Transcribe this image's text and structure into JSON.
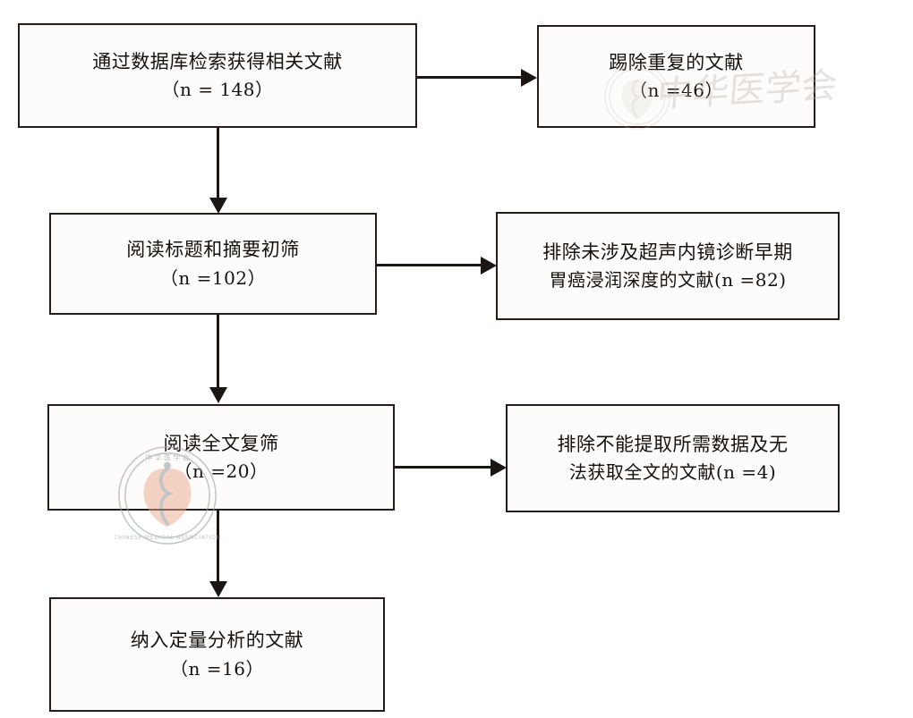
{
  "figure": {
    "type": "flowchart",
    "orientation": "top-to-bottom",
    "description": "PRISMA-style literature screening flow diagram"
  },
  "nodes": [
    {
      "id": "identification",
      "label": "通过数据库检索获得相关文献",
      "count": "（n = 148）",
      "n": 148
    },
    {
      "id": "duplicates",
      "label": "踢除重复的文献",
      "count": "（n =46）",
      "n": 46
    },
    {
      "id": "screening",
      "label": "阅读标题和摘要初筛",
      "count": "（n =102）",
      "n": 102
    },
    {
      "id": "excluded_topic",
      "label": "排除未涉及超声内镜诊断早期",
      "count": "胃癌浸润深度的文献(n =82)",
      "n": 82
    },
    {
      "id": "fulltext",
      "label": "阅读全文复筛",
      "count": "（n =20）",
      "n": 20
    },
    {
      "id": "excluded_data",
      "label": "排除不能提取所需数据及无",
      "count": "法获取全文的文献(n =4)",
      "n": 4
    },
    {
      "id": "included",
      "label": "纳入定量分析的文献",
      "count": "（n =16）",
      "n": 16
    }
  ],
  "watermarks": {
    "seal_text": "中华医学会",
    "seal_ring_text": "CHINESE MEDICAL ASSOCIATION",
    "calligraphy": "中华医学会"
  },
  "colors": {
    "background": "#ffffff",
    "box_fill": "#fdfcfa",
    "box_border": "#241d1b",
    "connector": "#1b1514",
    "text": "#15110f",
    "watermark_map": "#e8a78c",
    "watermark_ring": "#9aa0a2"
  }
}
